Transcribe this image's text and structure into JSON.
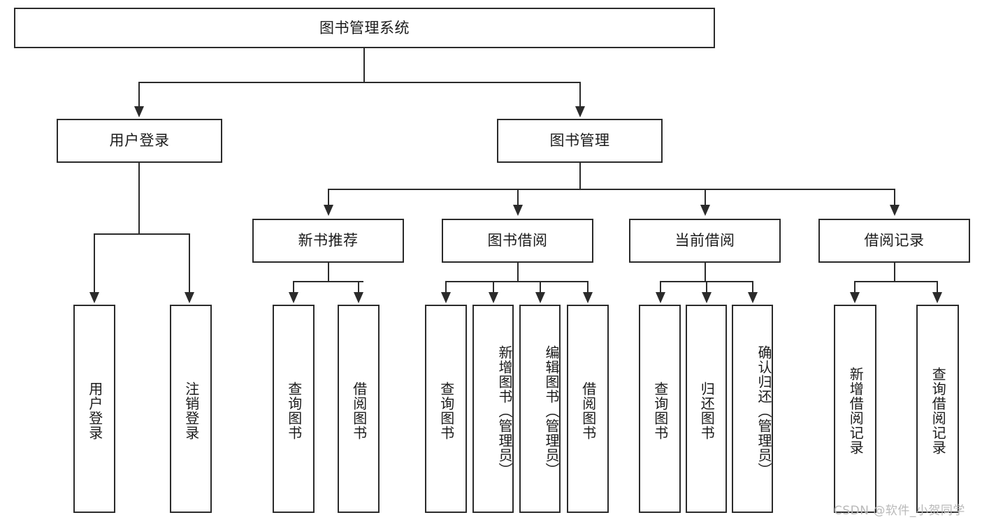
{
  "diagram": {
    "type": "tree-hierarchy",
    "title": "图书管理系统",
    "root": {
      "id": "root",
      "label": "图书管理系统"
    },
    "level2": [
      {
        "id": "user-login",
        "label": "用户登录"
      },
      {
        "id": "book-management",
        "label": "图书管理"
      }
    ],
    "level3": [
      {
        "id": "new-book-recommend",
        "label": "新书推荐",
        "parent": "book-management"
      },
      {
        "id": "book-borrow",
        "label": "图书借阅",
        "parent": "book-management"
      },
      {
        "id": "current-borrow",
        "label": "当前借阅",
        "parent": "book-management"
      },
      {
        "id": "borrow-record",
        "label": "借阅记录",
        "parent": "book-management"
      }
    ],
    "leaves": [
      {
        "id": "leaf-user-login",
        "label": "用户登录",
        "parent": "user-login"
      },
      {
        "id": "leaf-logout-login",
        "label": "注销登录",
        "parent": "user-login"
      },
      {
        "id": "leaf-query-book-1",
        "label": "查询图书",
        "parent": "new-book-recommend"
      },
      {
        "id": "leaf-borrow-book-1",
        "label": "借阅图书",
        "parent": "new-book-recommend"
      },
      {
        "id": "leaf-query-book-2",
        "label": "查询图书",
        "parent": "book-borrow"
      },
      {
        "id": "leaf-add-book",
        "label": "新增图书（管理员）",
        "parent": "book-borrow"
      },
      {
        "id": "leaf-edit-book",
        "label": "编辑图书（管理员）",
        "parent": "book-borrow"
      },
      {
        "id": "leaf-borrow-book-2",
        "label": "借阅图书",
        "parent": "book-borrow"
      },
      {
        "id": "leaf-query-book-3",
        "label": "查询图书",
        "parent": "current-borrow"
      },
      {
        "id": "leaf-return-book",
        "label": "归还图书",
        "parent": "current-borrow"
      },
      {
        "id": "leaf-confirm-return",
        "label": "确认归还（管理员）",
        "parent": "current-borrow"
      },
      {
        "id": "leaf-add-record",
        "label": "新增借阅记录",
        "parent": "borrow-record"
      },
      {
        "id": "leaf-query-record",
        "label": "查询借阅记录",
        "parent": "borrow-record"
      }
    ]
  },
  "watermark": {
    "text": "CSDN @软件_小贺同学"
  },
  "colors": {
    "stroke": "#2b2b2b",
    "fill": "#ffffff",
    "text": "#1b1b1b",
    "watermark": "#b9b9b9"
  }
}
